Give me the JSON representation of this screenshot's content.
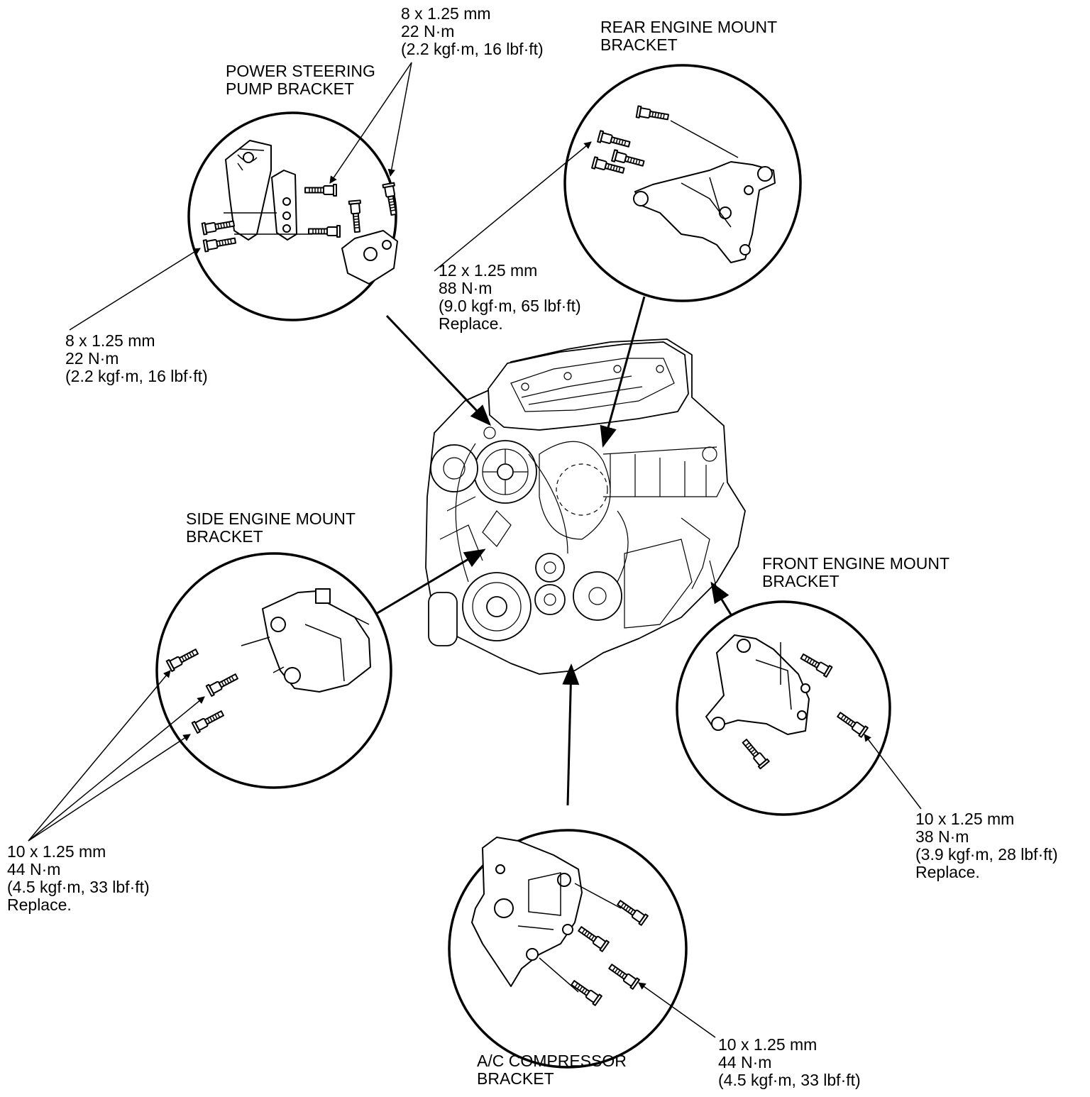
{
  "callouts": {
    "ps_bracket": {
      "lines": [
        "POWER STEERING",
        "PUMP BRACKET"
      ]
    },
    "ps_bolt_top": {
      "lines": [
        "8 x 1.25 mm",
        "22 N·m",
        "(2.2 kgf·m, 16 lbf·ft)"
      ]
    },
    "ps_bolt_left": {
      "lines": [
        "8 x 1.25 mm",
        "22 N·m",
        "(2.2 kgf·m, 16 lbf·ft)"
      ]
    },
    "rear_bracket": {
      "lines": [
        "REAR ENGINE MOUNT",
        "BRACKET"
      ]
    },
    "rear_bolt": {
      "lines": [
        "12 x 1.25 mm",
        "88 N·m",
        "(9.0 kgf·m, 65 lbf·ft)",
        "Replace."
      ]
    },
    "side_bracket": {
      "lines": [
        "SIDE ENGINE MOUNT",
        "BRACKET"
      ]
    },
    "side_bolt": {
      "lines": [
        "10 x 1.25 mm",
        "44 N·m",
        "(4.5 kgf·m, 33 lbf·ft)",
        "Replace."
      ]
    },
    "front_bracket": {
      "lines": [
        "FRONT ENGINE MOUNT",
        "BRACKET"
      ]
    },
    "front_bolt": {
      "lines": [
        "10 x 1.25 mm",
        "38 N·m",
        "(3.9 kgf·m, 28 lbf·ft)",
        "Replace."
      ]
    },
    "ac_bracket": {
      "lines": [
        "A/C COMPRESSOR",
        "BRACKET"
      ]
    },
    "ac_bolt": {
      "lines": [
        "10 x 1.25 mm",
        "44 N·m",
        "(4.5 kgf·m, 33 lbf·ft)"
      ]
    }
  }
}
